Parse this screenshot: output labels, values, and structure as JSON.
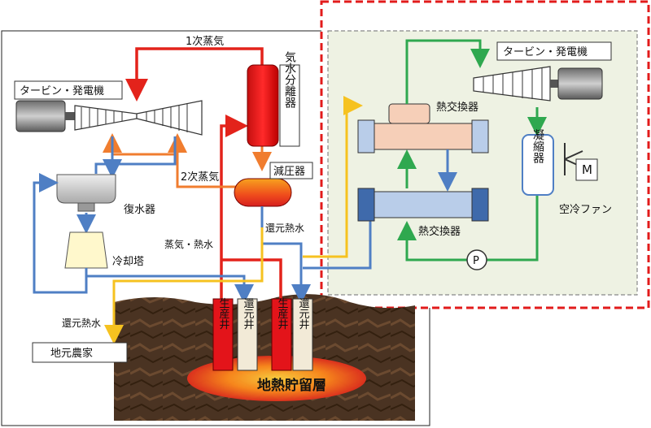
{
  "labels": {
    "turbine_left": "タービン・発電機",
    "turbine_right": "タービン・発電機",
    "primary_steam": "1次蒸気",
    "separator": "気水分離器",
    "secondary_steam": "2次蒸気",
    "pressure_reducer": "減圧器",
    "condenser": "復水器",
    "cooling_tower": "冷却塔",
    "steam_hot_water": "蒸気・熱水",
    "return_hot_water_top": "還元熱水",
    "return_hot_water_left": "還元熱水",
    "local_farmer": "地元農家",
    "production_well_1": "生産井",
    "reinjection_well_1": "還元井",
    "production_well_2": "生産井",
    "reinjection_well_2": "還元井",
    "reservoir": "地熱貯留層",
    "heat_exchanger_top": "熱交換器",
    "heat_exchanger_bottom": "熱交換器",
    "air_condenser": "凝縮器",
    "motor": "M",
    "air_fan": "空冷ファン",
    "pump": "P"
  },
  "colors": {
    "steam_red": "#e3231b",
    "secondary_orange": "#f07d2f",
    "hot_water_yellow": "#f6c220",
    "return_blue": "#4f7fc4",
    "binary_green": "#2fa84f",
    "binary_bg": "#eef2e3",
    "dashed_red": "#e21b1b"
  }
}
